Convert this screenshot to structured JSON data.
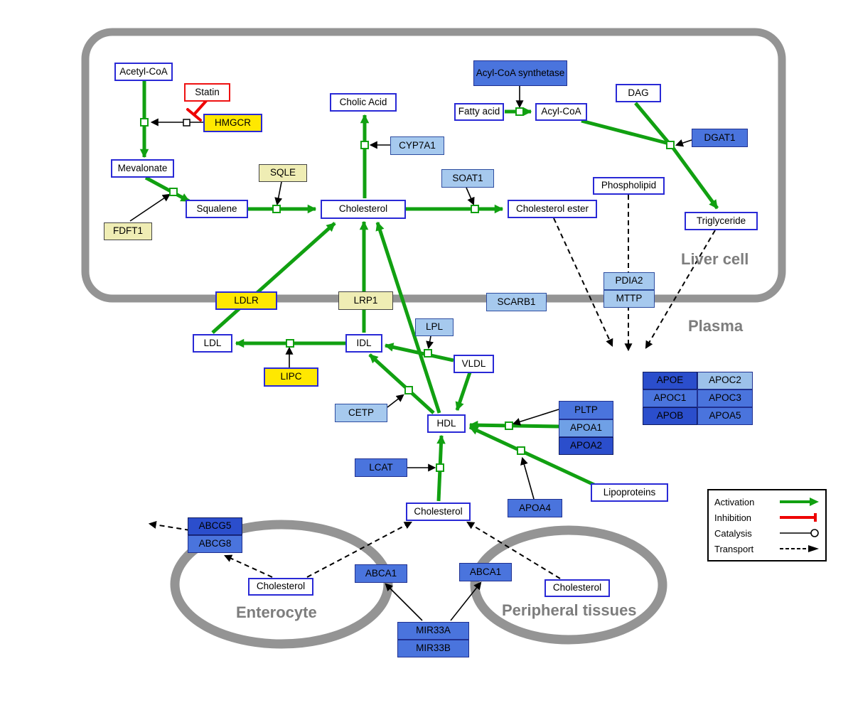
{
  "regions": {
    "liver_cell": "Liver cell",
    "plasma": "Plasma",
    "enterocyte": "Enterocyte",
    "peripheral_tissues": "Peripheral tissues"
  },
  "nodes": {
    "acetyl_coa": "Acetyl-CoA",
    "statin": "Statin",
    "hmgcr": "HMGCR",
    "mevalonate": "Mevalonate",
    "fdft1": "FDFT1",
    "squalene": "Squalene",
    "sqle": "SQLE",
    "cholic_acid": "Cholic Acid",
    "cyp7a1": "CYP7A1",
    "cholesterol": "Cholesterol",
    "soat1": "SOAT1",
    "cholesterol_ester": "Cholesterol ester",
    "acyl_coa_synthetase": "Acyl-CoA synthetase",
    "fatty_acid": "Fatty acid",
    "acyl_coa": "Acyl-CoA",
    "dag": "DAG",
    "dgat1": "DGAT1",
    "phospholipid": "Phospholipid",
    "triglyceride": "Triglyceride",
    "ldlr": "LDLR",
    "lrp1": "LRP1",
    "scarb1": "SCARB1",
    "pdia2": "PDIA2",
    "mttp": "MTTP",
    "ldl": "LDL",
    "idl": "IDL",
    "lpl": "LPL",
    "vldl": "VLDL",
    "lipc": "LIPC",
    "cetp": "CETP",
    "hdl": "HDL",
    "lcat": "LCAT",
    "pltp": "PLTP",
    "apoa1": "APOA1",
    "apoa2": "APOA2",
    "apoa4": "APOA4",
    "lipoproteins": "Lipoproteins",
    "apoe": "APOE",
    "apoc2": "APOC2",
    "apoc1": "APOC1",
    "apoc3": "APOC3",
    "apob": "APOB",
    "apoa5": "APOA5",
    "abcg5": "ABCG5",
    "abcg8": "ABCG8",
    "abca1": "ABCA1",
    "mir33a": "MIR33A",
    "mir33b": "MIR33B"
  },
  "legend": {
    "activation": "Activation",
    "inhibition": "Inhibition",
    "catalysis": "Catalysis",
    "transport": "Transport"
  },
  "colors": {
    "activation_green": "#11a011",
    "inhibition_red": "#ee0000",
    "membrane_gray": "#949494",
    "metabolite_border_blue": "#2929d6",
    "drug_border_red": "#ee1111",
    "gene_yellow": "#ffe800",
    "gene_pale_yellow": "#efedb4",
    "gene_light_blue": "#a6c9ee",
    "gene_medium_blue": "#4a74dd",
    "gene_dark_blue": "#2b4ecc"
  }
}
